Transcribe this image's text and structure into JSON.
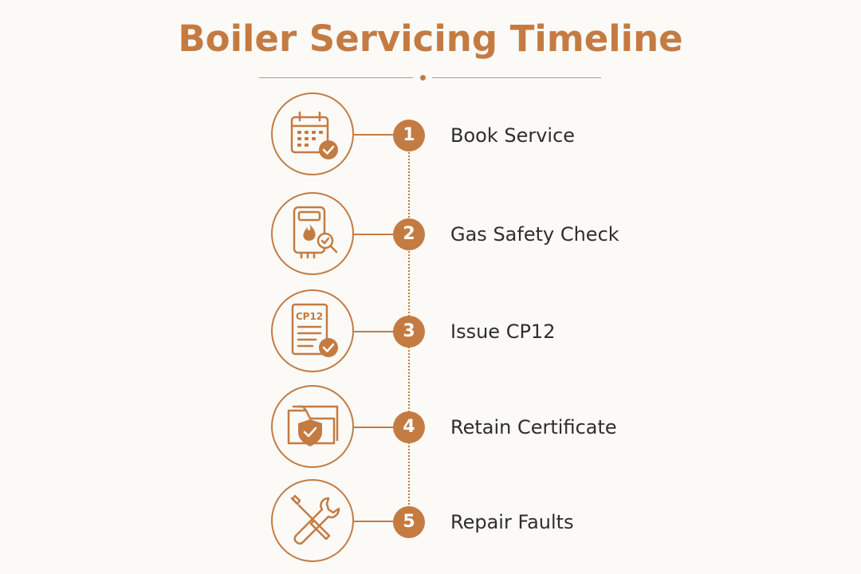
{
  "title": "Boiler Servicing Timeline",
  "accent_color": "#c47b42",
  "steps": [
    {
      "number": "1",
      "label": "Book Service",
      "icon": "calendar-check-icon"
    },
    {
      "number": "2",
      "label": "Gas Safety Check",
      "icon": "boiler-inspection-icon"
    },
    {
      "number": "3",
      "label": "Issue CP12",
      "icon": "cp12-certificate-icon",
      "icon_text": "CP12"
    },
    {
      "number": "4",
      "label": "Retain Certificate",
      "icon": "folder-shield-icon"
    },
    {
      "number": "5",
      "label": "Repair Faults",
      "icon": "tools-icon"
    }
  ]
}
